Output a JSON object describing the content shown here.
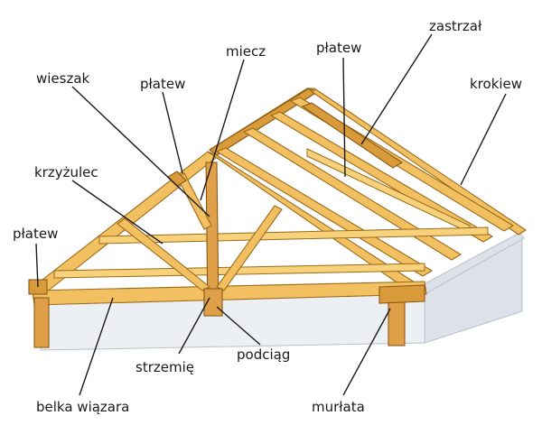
{
  "diagram": {
    "labels": {
      "zastrzal": "zastrzał",
      "platew_top": "płatew",
      "miecz": "miecz",
      "krokiew": "krokiew",
      "wieszak": "wieszak",
      "platew_mid": "płatew",
      "krzyzulec": "krzyżulec",
      "platew_left": "płatew",
      "strzemie": "strzemię",
      "podciag": "podciąg",
      "belka_wiazara": "belka wiązara",
      "murlata": "murłata"
    },
    "colors": {
      "timber": "#f2c060",
      "timber_dark": "#d99a3a",
      "wall": "#eceff4",
      "leader": "#1a1a1a"
    }
  }
}
